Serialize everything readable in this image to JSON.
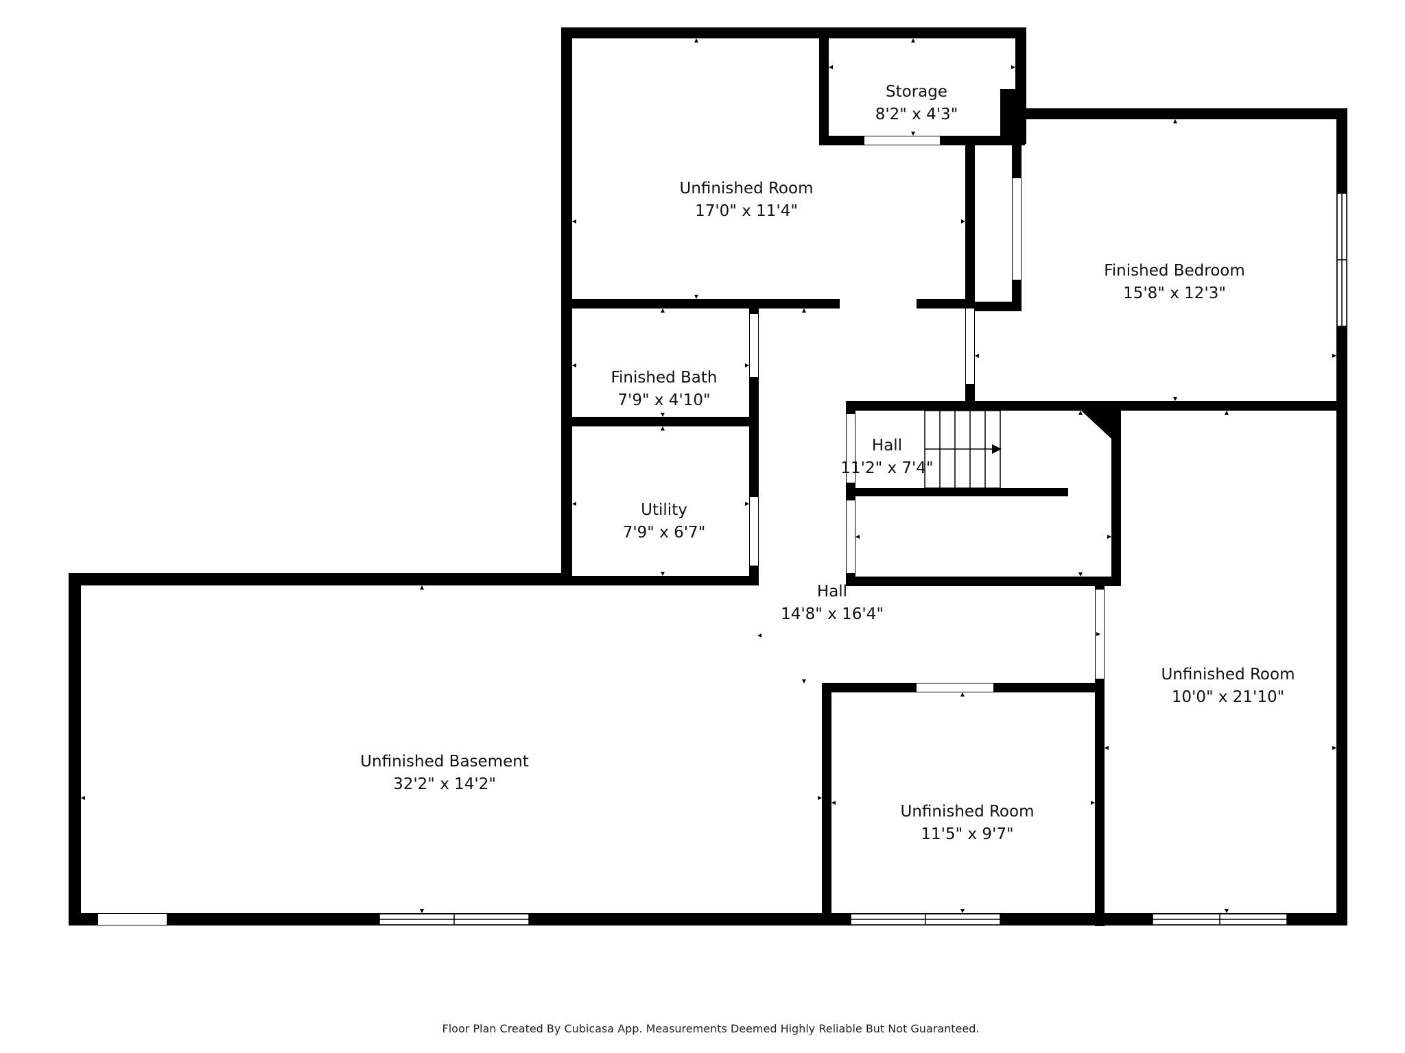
{
  "rooms": [
    {
      "id": "unfinished-room-top",
      "name": "Unfinished Room",
      "dims": "17'0\" x 11'4\""
    },
    {
      "id": "storage",
      "name": "Storage",
      "dims": "8'2\" x 4'3\""
    },
    {
      "id": "finished-bedroom",
      "name": "Finished Bedroom",
      "dims": "15'8\" x 12'3\""
    },
    {
      "id": "finished-bath",
      "name": "Finished Bath",
      "dims": "7'9\" x 4'10\""
    },
    {
      "id": "utility",
      "name": "Utility",
      "dims": "7'9\" x 6'7\""
    },
    {
      "id": "hall-stairs",
      "name": "Hall",
      "dims": "11'2\" x 7'4\""
    },
    {
      "id": "hall-main",
      "name": "Hall",
      "dims": "14'8\" x 16'4\""
    },
    {
      "id": "unfinished-room-right",
      "name": "Unfinished Room",
      "dims": "10'0\" x 21'10\""
    },
    {
      "id": "unfinished-basement",
      "name": "Unfinished Basement",
      "dims": "32'2\" x 14'2\""
    },
    {
      "id": "unfinished-room-bottom",
      "name": "Unfinished Room",
      "dims": "11'5\" x 9'7\""
    }
  ],
  "footer": "Floor Plan Created By Cubicasa App. Measurements Deemed Highly Reliable But Not Guaranteed."
}
